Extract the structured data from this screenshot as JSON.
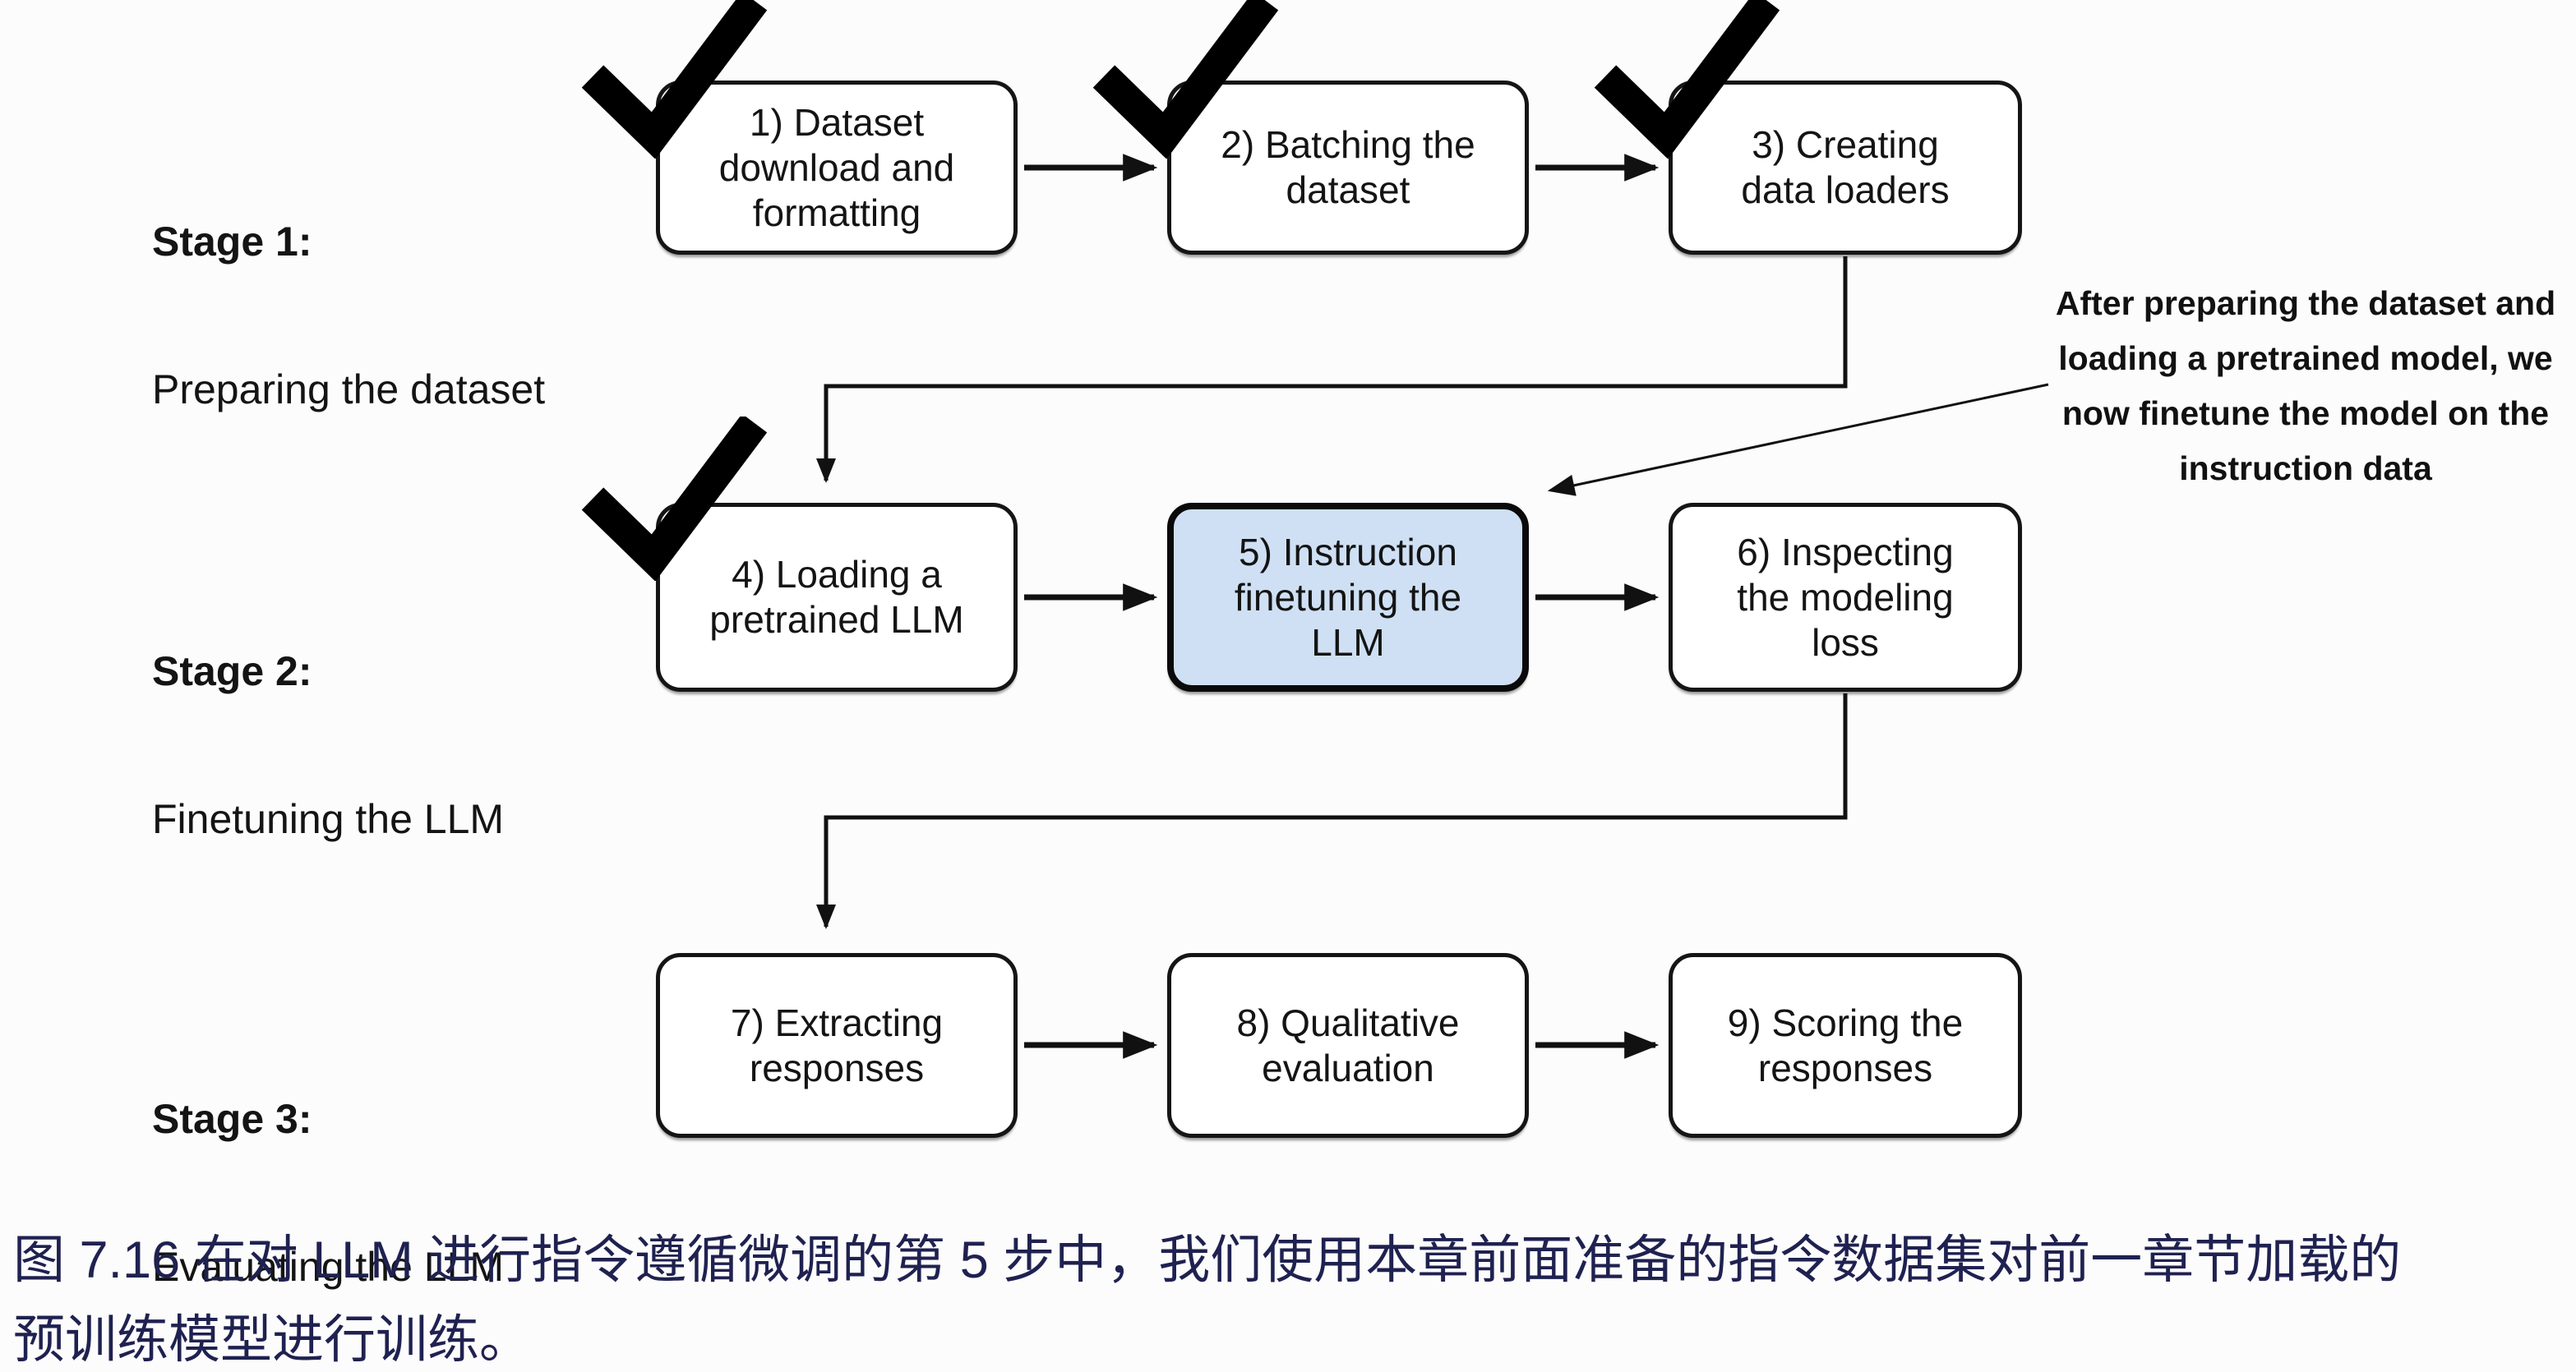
{
  "figure": {
    "stages": [
      {
        "title": "Stage 1:",
        "subtitle": "Preparing the dataset"
      },
      {
        "title": "Stage 2:",
        "subtitle": "Finetuning the LLM"
      },
      {
        "title": "Stage 3:",
        "subtitle": "Evaluating the LLM"
      }
    ],
    "boxes": [
      {
        "label": "1) Dataset\ndownload and\nformatting",
        "checked": true,
        "highlighted": false
      },
      {
        "label": "2) Batching the\ndataset",
        "checked": true,
        "highlighted": false
      },
      {
        "label": "3) Creating\ndata loaders",
        "checked": true,
        "highlighted": false
      },
      {
        "label": "4) Loading a\npretrained LLM",
        "checked": true,
        "highlighted": false
      },
      {
        "label": "5) Instruction\nfinetuning the\nLLM",
        "checked": false,
        "highlighted": true
      },
      {
        "label": "6) Inspecting\nthe modeling\nloss",
        "checked": false,
        "highlighted": false
      },
      {
        "label": "7) Extracting\nresponses",
        "checked": false,
        "highlighted": false
      },
      {
        "label": "8) Qualitative\nevaluation",
        "checked": false,
        "highlighted": false
      },
      {
        "label": "9) Scoring the\nresponses",
        "checked": false,
        "highlighted": false
      }
    ],
    "annotation": "After preparing the dataset and\nloading a pretrained model, we\nnow finetune the model on the\ninstruction data",
    "icons": {
      "checkmark": "✓"
    }
  },
  "caption": "图 7.16 在对 LLM 进行指令遵循微调的第 5 步中，我们使用本章前面准备的指令数据集对前一章节加载的\n预训练模型进行训练。",
  "colors": {
    "background": "#fcfcfc",
    "box_border": "#151515",
    "highlight_fill": "#cfe0f4",
    "line": "#111111",
    "caption_text": "#1f2150",
    "diagram_text": "#141414"
  }
}
